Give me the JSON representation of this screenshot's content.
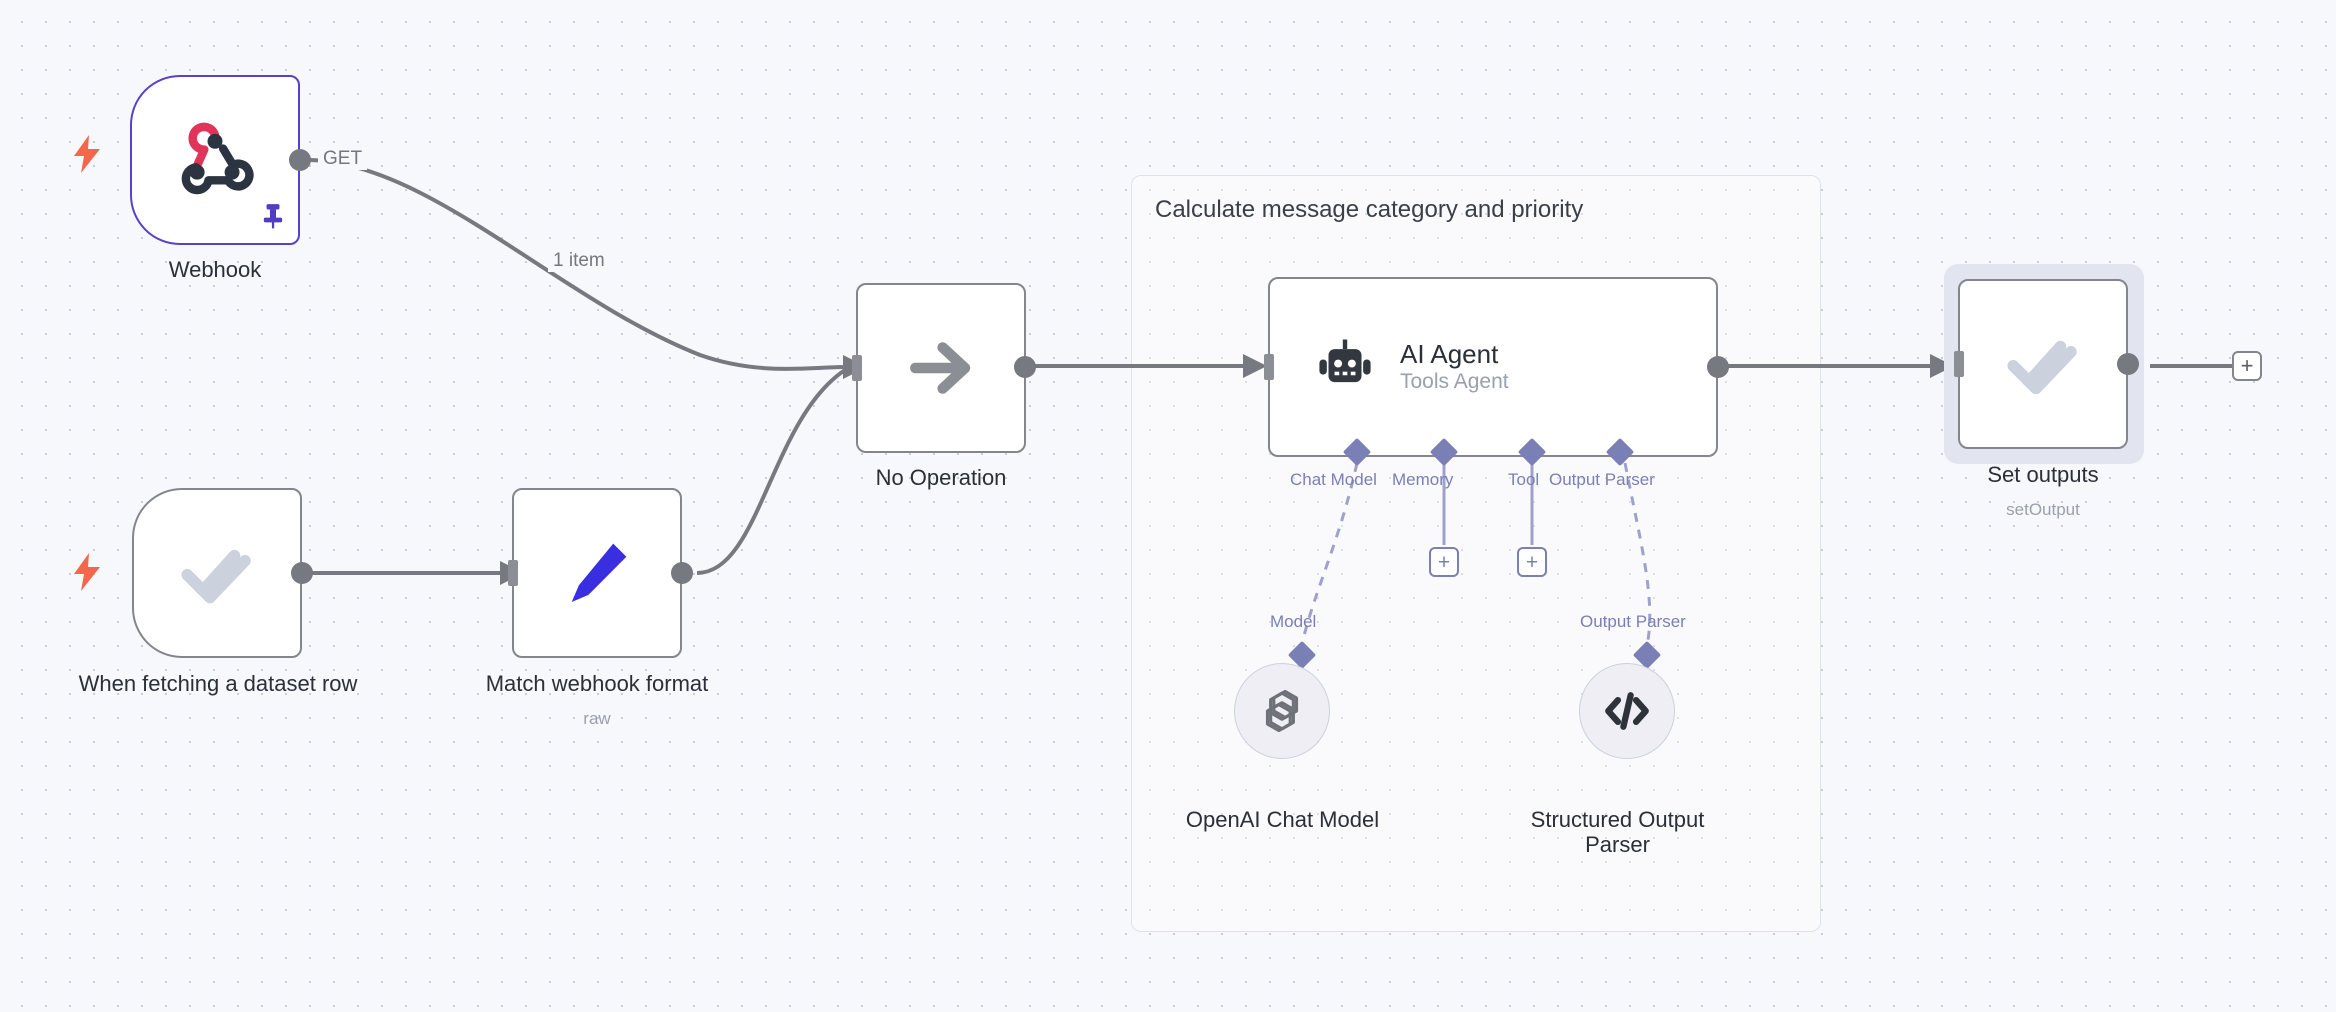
{
  "canvas": {
    "background_color": "#f7f8fb",
    "grid_dot_color": "#c9cdd6",
    "accent_purple": "#5b40c9",
    "sub_connection_color": "#7a7fb5",
    "edge_color": "#76797f",
    "trigger_bolt_color": "#f4674a"
  },
  "group": {
    "title": "Calculate message category and priority"
  },
  "nodes": {
    "webhook": {
      "label": "Webhook",
      "icon": "webhook-icon",
      "selected": true,
      "pinned": true,
      "is_trigger": true,
      "output_label": "GET"
    },
    "dataset_trigger": {
      "label": "When fetching a dataset row",
      "icon": "double-check-icon",
      "is_trigger": true
    },
    "match_webhook": {
      "label": "Match webhook format",
      "sublabel": "raw",
      "icon": "pencil-icon"
    },
    "no_operation": {
      "label": "No Operation",
      "icon": "arrow-right-icon"
    },
    "ai_agent": {
      "title": "AI Agent",
      "subtitle": "Tools Agent",
      "icon": "robot-icon"
    },
    "openai_chat_model": {
      "label": "OpenAI Chat Model",
      "icon": "openai-icon",
      "connector_label": "Model"
    },
    "structured_output_parser": {
      "label": "Structured Output Parser",
      "icon": "code-brackets-icon",
      "connector_label": "Output Parser"
    },
    "set_outputs": {
      "label": "Set outputs",
      "sublabel": "setOutput",
      "icon": "double-check-icon",
      "selected_halo": true
    }
  },
  "edges": {
    "webhook_to_noop_label": "1 item"
  },
  "agent_connectors": [
    {
      "label": "Chat Model"
    },
    {
      "label": "Memory"
    },
    {
      "label": "Tool"
    },
    {
      "label": "Output Parser"
    }
  ],
  "buttons": {
    "add_node_plus": "+",
    "add_memory_plus": "+",
    "add_tool_plus": "+"
  }
}
